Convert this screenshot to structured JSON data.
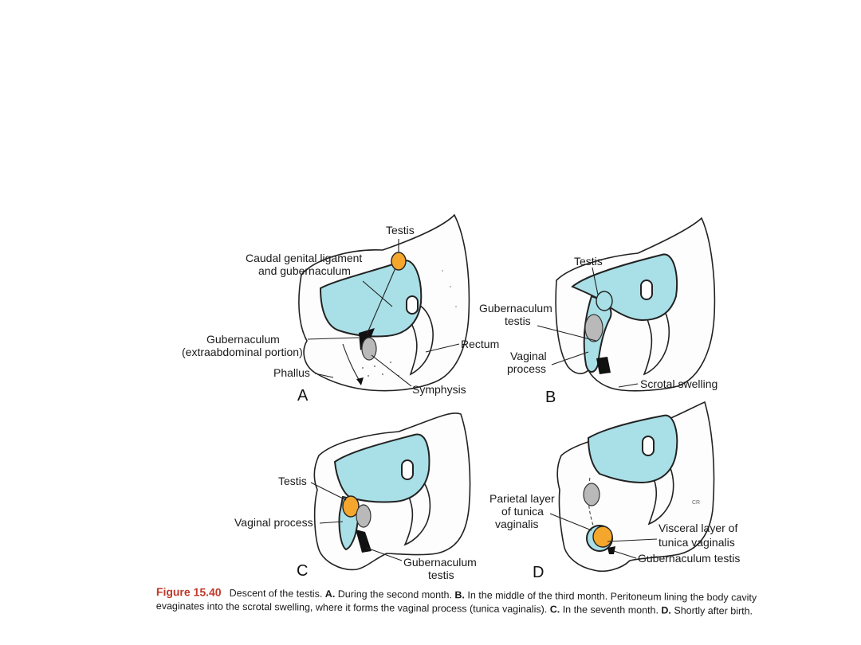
{
  "figure": {
    "panels": {
      "A": {
        "letter": "A",
        "labels": {
          "testis": "Testis",
          "caudal_line1": "Caudal genital ligament",
          "caudal_line2": "and gubernaculum",
          "gub_line1": "Gubernaculum",
          "gub_line2": "(extraabdominal portion)",
          "phallus": "Phallus",
          "symphysis": "Symphysis",
          "rectum": "Rectum"
        }
      },
      "B": {
        "letter": "B",
        "labels": {
          "testis": "Testis",
          "gub_line1": "Gubernaculum",
          "gub_line2": "testis",
          "vag_line1": "Vaginal",
          "vag_line2": "process",
          "scrotal": "Scrotal swelling"
        }
      },
      "C": {
        "letter": "C",
        "labels": {
          "testis": "Testis",
          "vaginal": "Vaginal process",
          "gub_line1": "Gubernaculum",
          "gub_line2": "testis"
        }
      },
      "D": {
        "letter": "D",
        "labels": {
          "par_line1": "Parietal layer",
          "par_line2": "of tunica",
          "par_line3": "vaginalis",
          "vis_line1": "Visceral layer of",
          "vis_line2": "tunica vaginalis",
          "gub": "Gubernaculum testis",
          "initials": "CR"
        }
      }
    },
    "colors": {
      "cavity": "#a9dfe6",
      "testis": "#f4a62d",
      "caption_number": "#c0392b"
    }
  },
  "caption": {
    "number": "Figure 15.40",
    "intro": "Descent of the testis.",
    "a_key": "A.",
    "a_text": "During the second month.",
    "b_key": "B.",
    "b_text": "In the middle of the third month. Peritoneum lining the body cavity evaginates into the scrotal swelling, where it forms the vaginal process (tunica vaginalis).",
    "c_key": "C.",
    "c_text": "In the seventh month.",
    "d_key": "D.",
    "d_text": "Shortly after birth."
  }
}
